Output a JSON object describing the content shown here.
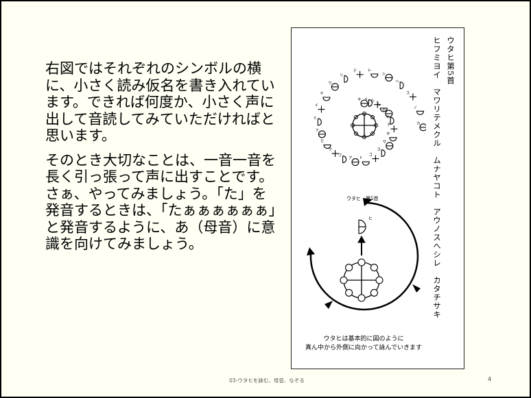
{
  "body": {
    "paragraphs": [
      "右図ではそれぞれのシンボルの横に、小さく読み仮名を書き入れています。できれば何度か、小さく声に出して音読してみていただければと思います。",
      "そのとき大切なことは、一音一音を長く引っ張って声に出すことです。さぁ、やってみましょう。「た」を発音するときは、「たぁぁぁぁぁぁ」と発音するように、あ（母音）に意識を向けてみましょう。"
    ]
  },
  "figure": {
    "title_col1": "ウタヒ第5首",
    "title_col2": "ヒフミヨイ　マワリテメクル　ムナヤコト　アウノスヘシレ　カタチサキ",
    "small_label": "ウタヒ　第5首",
    "top_kana": [
      "キ",
      "メ",
      "ル",
      "ム",
      "ナ",
      "ヤ",
      "チ",
      "タ",
      "サ",
      "ヨ",
      "コ",
      "ト",
      "ア",
      "ウ",
      "ク",
      "ヒ",
      "フ",
      "ミ",
      "イ",
      "マ",
      "ワ",
      "リ",
      "テ",
      "レ",
      "シ",
      "ヘ",
      "ス",
      "ノ",
      "カ"
    ],
    "arrow_label": "ヒ",
    "caption_line1": "ウタヒは基本的に図のように",
    "caption_line2": "真ん中から外側に向かって詠んでいきます"
  },
  "footer": {
    "text": "03-ウタヒを詠む、母音、なぞる",
    "page": "4"
  }
}
